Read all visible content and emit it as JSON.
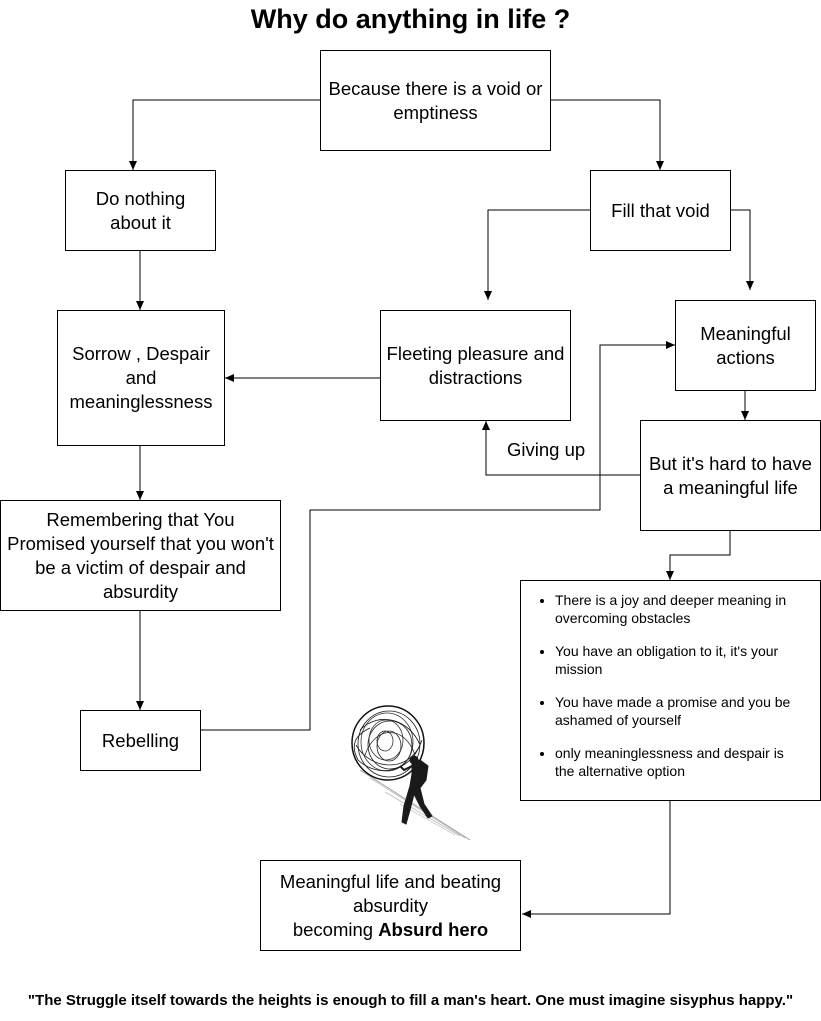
{
  "title": "Why do anything in life ?",
  "nodes": {
    "void": "Because there is a void or emptiness",
    "do_nothing": "Do nothing about it",
    "fill_void": "Fill that void",
    "sorrow": "Sorrow , Despair and meaninglessness",
    "fleeting": "Fleeting pleasure and distractions",
    "meaningful_actions": "Meaningful actions",
    "hard": "But it's hard to have a meaningful life",
    "remembering": "Remembering that You Promised yourself that you won't be a victim of despair and absurdity",
    "rebelling": "Rebelling",
    "final_line1": "Meaningful life and beating absurdity",
    "final_prefix": "becoming ",
    "final_bold": "Absurd hero"
  },
  "reasons": [
    "There is a joy and deeper meaning in overcoming obstacles",
    "You have an obligation to it, it's your mission",
    "You have made a promise and you be ashamed of yourself",
    "only meaninglessness and despair is the alternative option"
  ],
  "edge_labels": {
    "giving_up": "Giving up"
  },
  "quote": "\"The Struggle itself towards the heights is enough to fill a man's heart. One must imagine sisyphus happy.\"",
  "illustration": "sisyphus-pushing-boulder-sketch"
}
